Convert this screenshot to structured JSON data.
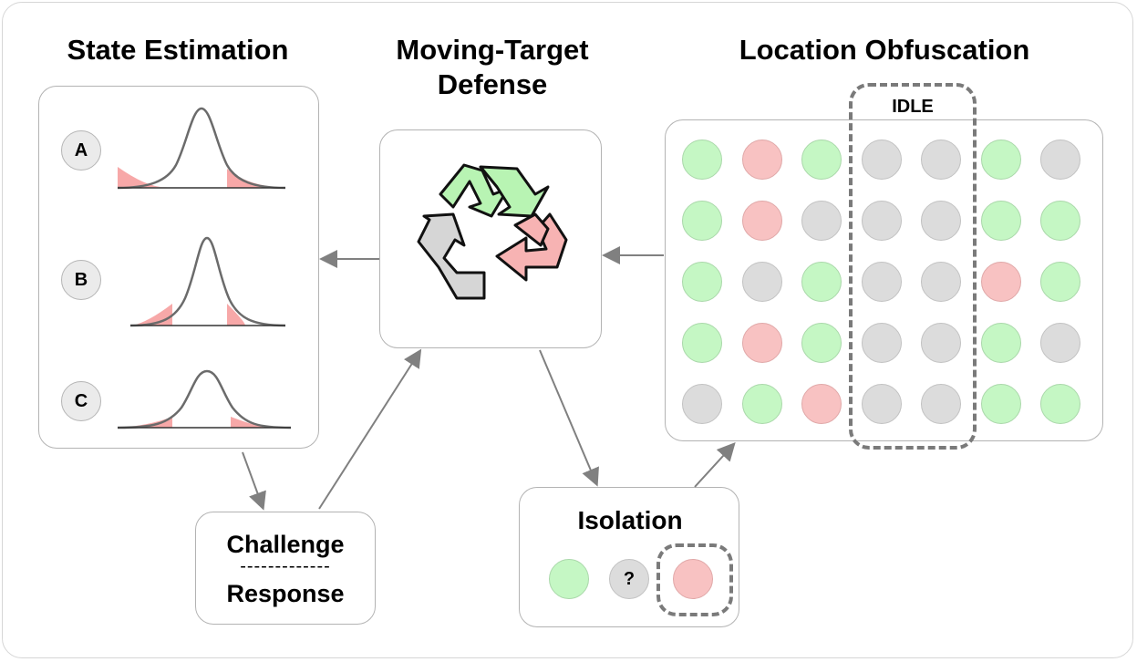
{
  "titles": {
    "state_estimation": "State Estimation",
    "moving_target_line1": "Moving-Target",
    "moving_target_line2": "Defense",
    "location_obfuscation": "Location Obfuscation"
  },
  "state_estimation": {
    "rows": [
      {
        "label": "A"
      },
      {
        "label": "B"
      },
      {
        "label": "C"
      }
    ]
  },
  "challenge_response": {
    "challenge": "Challenge",
    "divider": "-------------",
    "response": "Response"
  },
  "isolation": {
    "title": "Isolation",
    "unknown_symbol": "?"
  },
  "location_grid": {
    "idle_label": "IDLE",
    "rows": [
      [
        "green",
        "red",
        "green",
        "grey",
        "grey",
        "green",
        "grey"
      ],
      [
        "green",
        "red",
        "grey",
        "grey",
        "grey",
        "green",
        "green"
      ],
      [
        "green",
        "grey",
        "green",
        "grey",
        "grey",
        "red",
        "green"
      ],
      [
        "green",
        "red",
        "green",
        "grey",
        "grey",
        "green",
        "grey"
      ],
      [
        "grey",
        "green",
        "red",
        "grey",
        "grey",
        "green",
        "green"
      ]
    ]
  },
  "colors": {
    "green": "#c5f7c4",
    "red": "#f8c2c2",
    "grey": "#dcdcdc",
    "arrow": "#808080"
  },
  "icons": {
    "center": "recycle-icon"
  }
}
